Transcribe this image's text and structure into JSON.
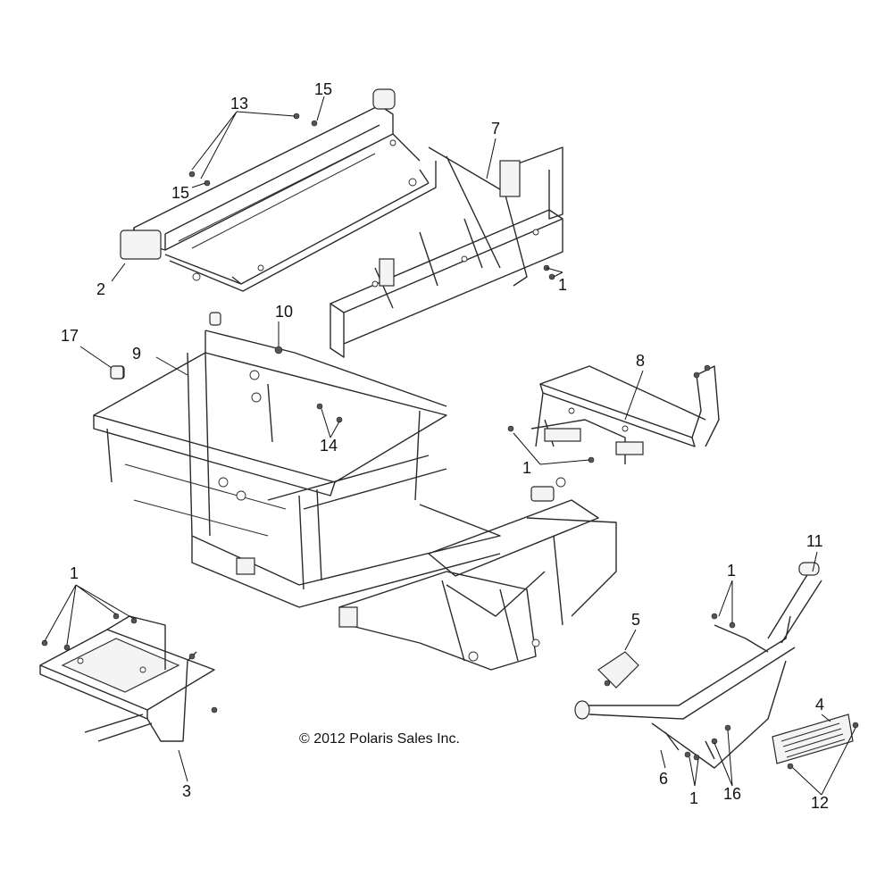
{
  "copyright": "© 2012 Polaris Sales Inc.",
  "callouts": {
    "c1_rear": "1",
    "c1_mid": "1",
    "c1_left": "1",
    "c1_bumper_top": "1",
    "c1_bumper_bottom": "1",
    "c2": "2",
    "c3": "3",
    "c4": "4",
    "c5": "5",
    "c6": "6",
    "c7": "7",
    "c8": "8",
    "c9": "9",
    "c10": "10",
    "c11": "11",
    "c12": "12",
    "c13": "13",
    "c14": "14",
    "c15_top": "15",
    "c15_left": "15",
    "c16": "16",
    "c17": "17"
  }
}
